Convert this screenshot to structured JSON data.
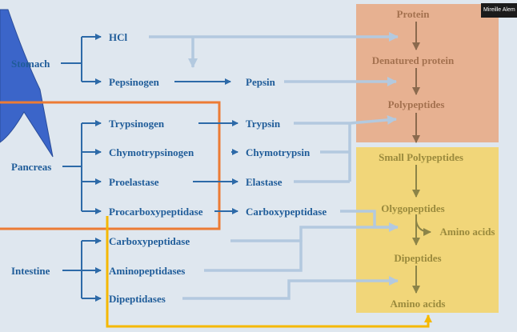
{
  "organs": {
    "stomach": "Stomach",
    "pancreas": "Pancreas",
    "intestine": "Intestine"
  },
  "stomach": {
    "hcl": "HCl",
    "pepsinogen": "Pepsinogen",
    "pepsin": "Pepsin"
  },
  "pancreas": {
    "trypsinogen": "Trypsinogen",
    "trypsin": "Trypsin",
    "chymotrypsinogen": "Chymotrypsinogen",
    "chymotrypsin": "Chymotrypsin",
    "proelastase": "Proelastase",
    "elastase": "Elastase",
    "procarboxypeptidase": "Procarboxypeptidase",
    "carboxypeptidase": "Carboxypeptidase"
  },
  "intestine": {
    "carboxypeptidase": "Carboxypeptidase",
    "aminopeptidases": "Aminopeptidases",
    "dipeptidases": "Dipeptidases"
  },
  "products": {
    "protein": "Protein",
    "denatured_protein": "Denatured protein",
    "polypeptides": "Polypeptides",
    "small_polypeptides": "Small Polypeptides",
    "oligopeptides": "Olygopeptides",
    "amino_acids_side": "Amino acids",
    "dipeptides": "Dipeptides",
    "amino_acids": "Amino acids"
  },
  "video_label": "Mireille Alem",
  "colors": {
    "background": "#dfe7ef",
    "enzyme_text": "#1f5c99",
    "bracket": "#2d6aa8",
    "pale_arrow": "#b3c9df",
    "orange_box": "#e8ab86",
    "orange_border": "#ec7b34",
    "yellow_box": "#f3d46b",
    "yellow_path": "#f5b800",
    "blue_callout": "#3b65c9"
  }
}
